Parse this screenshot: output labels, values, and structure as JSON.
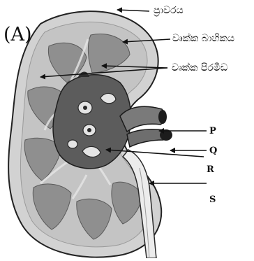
{
  "figure": {
    "label": "(A)"
  },
  "labels": {
    "capsule": "ප්‍රාවරය",
    "cortex": "වෘක්ක බාහිකය",
    "pyramid": "වෘක්ක පිරමීඩ",
    "p": "P",
    "q": "Q",
    "r": "R",
    "s": "S"
  },
  "colors": {
    "background": "#ffffff",
    "cortex_fill": "#c9c9c9",
    "pyramid_fill": "#8d8d8d",
    "outline": "#222222",
    "ureter": "#e8e8e8",
    "arrow": "#111111"
  }
}
